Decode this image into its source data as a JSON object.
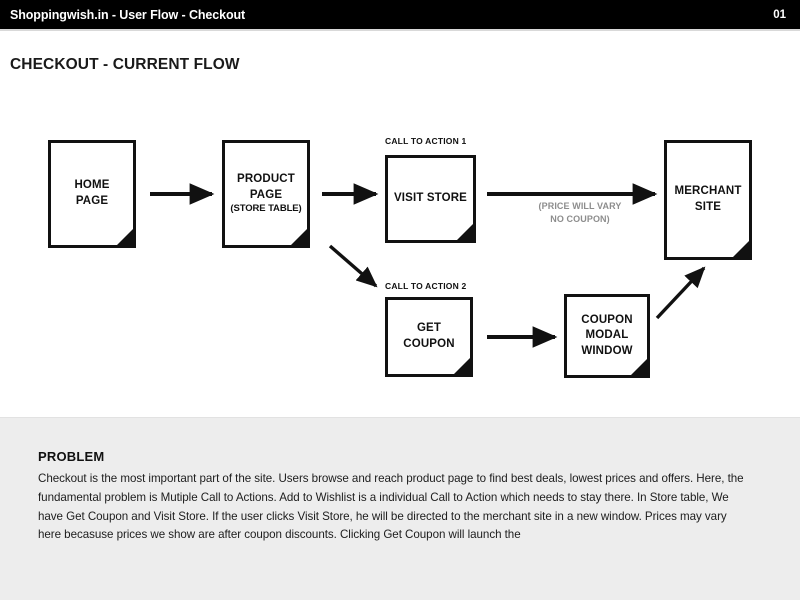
{
  "topbar": {
    "title": "Shoppingwish.in - User Flow - Checkout",
    "page_number": "01",
    "bg_color": "#000000",
    "text_color": "#ffffff"
  },
  "slide": {
    "heading": "CHECKOUT - CURRENT FLOW"
  },
  "diagram": {
    "nodes": [
      {
        "id": "home-page",
        "label": "HOME\nPAGE",
        "line1": "HOME",
        "line2": "PAGE",
        "sub": ""
      },
      {
        "id": "product-page",
        "label": "PRODUCT PAGE",
        "line1": "PRODUCT",
        "line2": "PAGE",
        "sub": "(STORE TABLE)"
      },
      {
        "id": "visit-store",
        "label": "VISIT STORE",
        "line1": "VISIT STORE",
        "line2": "",
        "sub": ""
      },
      {
        "id": "merchant-site",
        "label": "MERCHANT SITE",
        "line1": "MERCHANT",
        "line2": "SITE",
        "sub": ""
      },
      {
        "id": "get-coupon",
        "label": "GET COUPON",
        "line1": "GET",
        "line2": "COUPON",
        "sub": ""
      },
      {
        "id": "coupon-modal",
        "label": "COUPON MODAL WINDOW",
        "line1": "COUPON",
        "line2": "MODAL",
        "line3": "WINDOW",
        "sub": ""
      }
    ],
    "cta_label_1": "CALL TO ACTION 1",
    "cta_label_2": "CALL TO ACTION 2",
    "arrow_note_line1": "(PRICE WILL VARY",
    "arrow_note_line2": "NO COUPON)",
    "arrow_note_color": "#8d8d8d",
    "stroke_color": "#111111"
  },
  "problem": {
    "title": "PROBLEM",
    "body": "Checkout is the most important part of the site. Users browse and reach product page to find best deals, lowest prices and offers. Here, the fundamental problem is Mutiple Call to Actions. Add to Wishlist is a individual Call to Action which needs to stay there. In Store table, We have Get Coupon and Visit Store. If the user clicks Visit Store, he will be directed to the merchant site in a new window. Prices may vary here becasuse prices we show are after coupon discounts. Clicking Get Coupon will launch the",
    "bg_color": "#ededed"
  }
}
